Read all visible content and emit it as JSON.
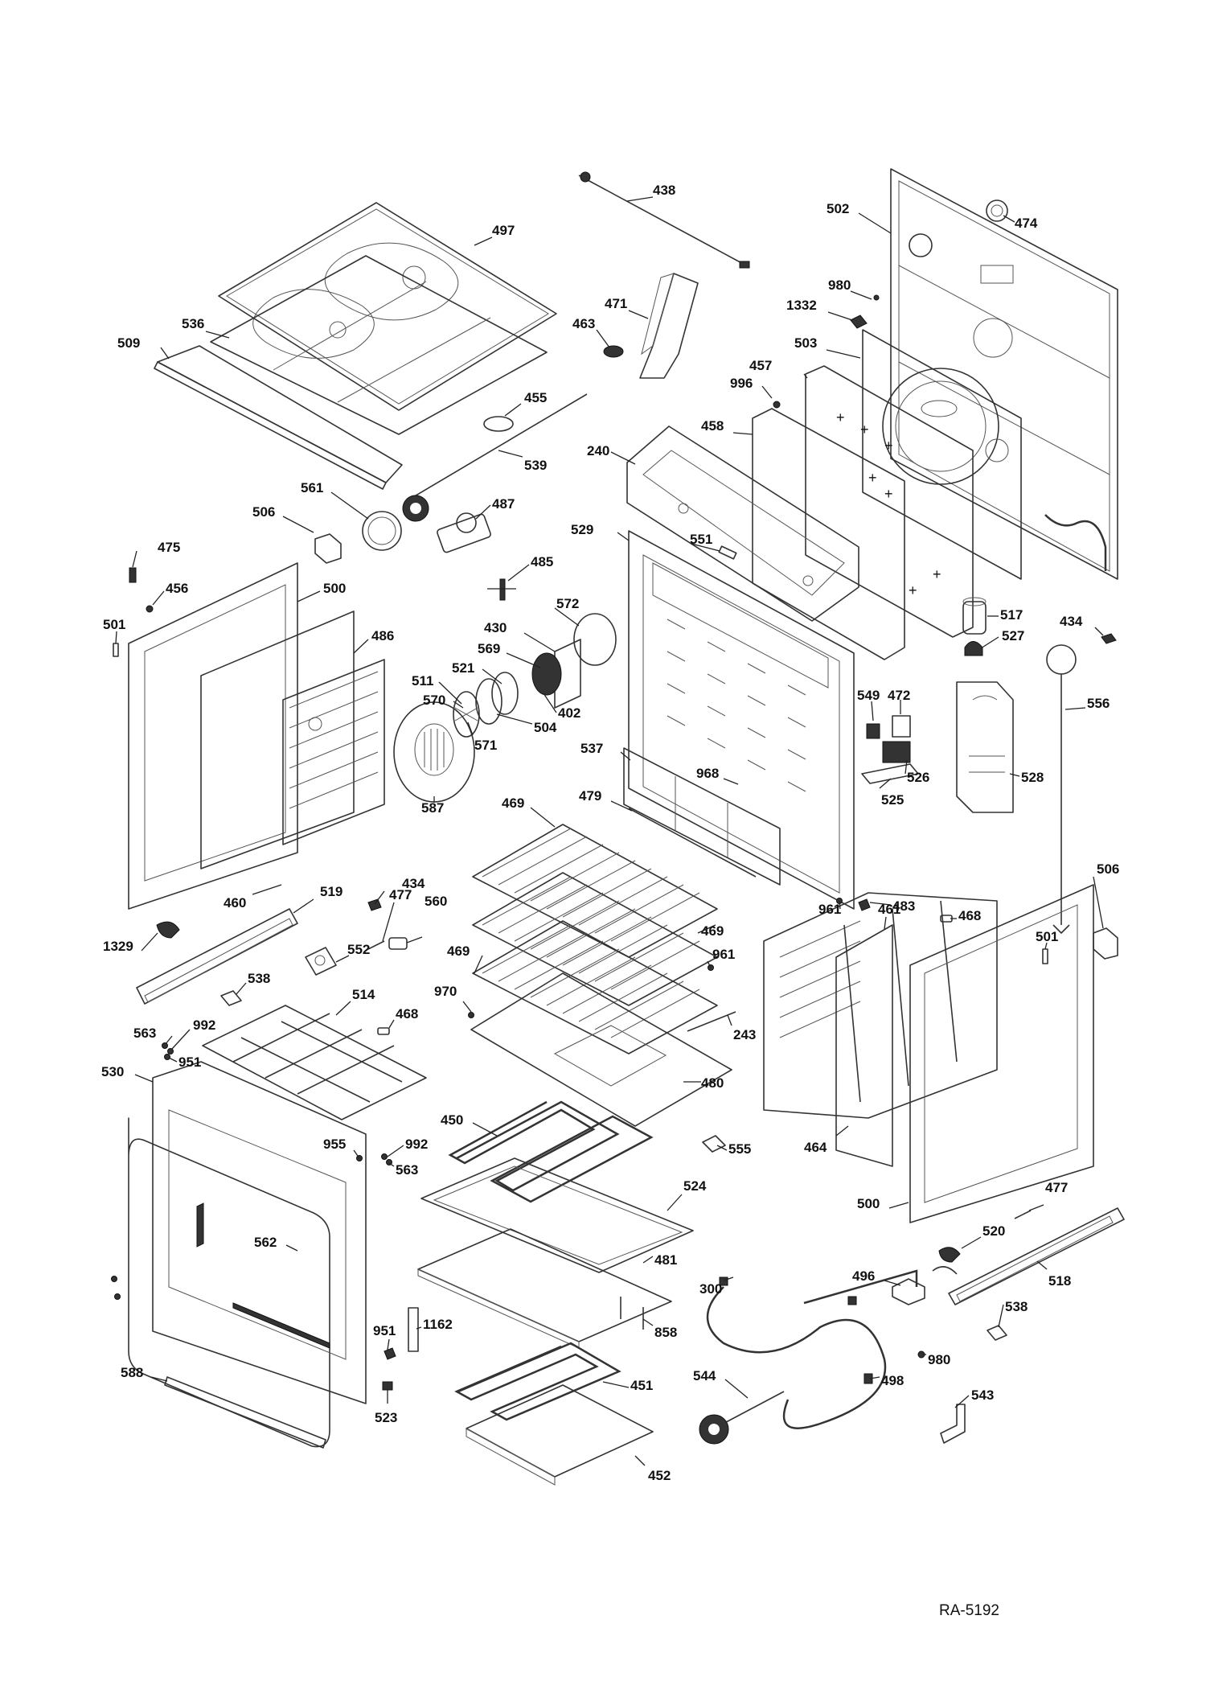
{
  "diagram": {
    "reference_code": "RA-5192",
    "part_labels": {
      "p438": "438",
      "p497": "497",
      "p502": "502",
      "p474": "474",
      "p980a": "980",
      "p1332": "1332",
      "p471": "471",
      "p463": "463",
      "p509": "509",
      "p536": "536",
      "p503": "503",
      "p457": "457",
      "p996": "996",
      "p455": "455",
      "p458": "458",
      "p539": "539",
      "p240": "240",
      "p561": "561",
      "p487": "487",
      "p506a": "506",
      "p529": "529",
      "p475": "475",
      "p551": "551",
      "p485": "485",
      "p456": "456",
      "p500a": "500",
      "p517": "517",
      "p501a": "501",
      "p572": "572",
      "p434a": "434",
      "p430": "430",
      "p527": "527",
      "p486": "486",
      "p569": "569",
      "p556": "556",
      "p511": "511",
      "p521": "521",
      "p549": "549",
      "p472": "472",
      "p570": "570",
      "p402": "402",
      "p504": "504",
      "p571": "571",
      "p528": "528",
      "p526": "526",
      "p537": "537",
      "p968": "968",
      "p525": "525",
      "p587": "587",
      "p479": "479",
      "p469a": "469",
      "p483": "483",
      "p506b": "506",
      "p477a": "477",
      "p560": "560",
      "p468a": "468",
      "p961a": "961",
      "p461": "461",
      "p460": "460",
      "p434b": "434",
      "p519": "519",
      "p469b": "469",
      "p501b": "501",
      "p1329": "1329",
      "p552": "552",
      "p469c": "469",
      "p961b": "961",
      "p538a": "538",
      "p970": "970",
      "p514": "514",
      "p468b": "468",
      "p243": "243",
      "p563a": "563",
      "p992a": "992",
      "p951a": "951",
      "p530": "530",
      "p480": "480",
      "p450": "450",
      "p955": "955",
      "p992b": "992",
      "p555": "555",
      "p464": "464",
      "p563b": "563",
      "p524": "524",
      "p477b": "477",
      "p500b": "500",
      "p562": "562",
      "p520": "520",
      "p481": "481",
      "p496": "496",
      "p518": "518",
      "p300": "300",
      "p538b": "538",
      "p858": "858",
      "p951b": "951",
      "p1162": "1162",
      "p980b": "980",
      "p588": "588",
      "p544": "544",
      "p451": "451",
      "p498": "498",
      "p543": "543",
      "p523": "523",
      "p452": "452"
    }
  }
}
